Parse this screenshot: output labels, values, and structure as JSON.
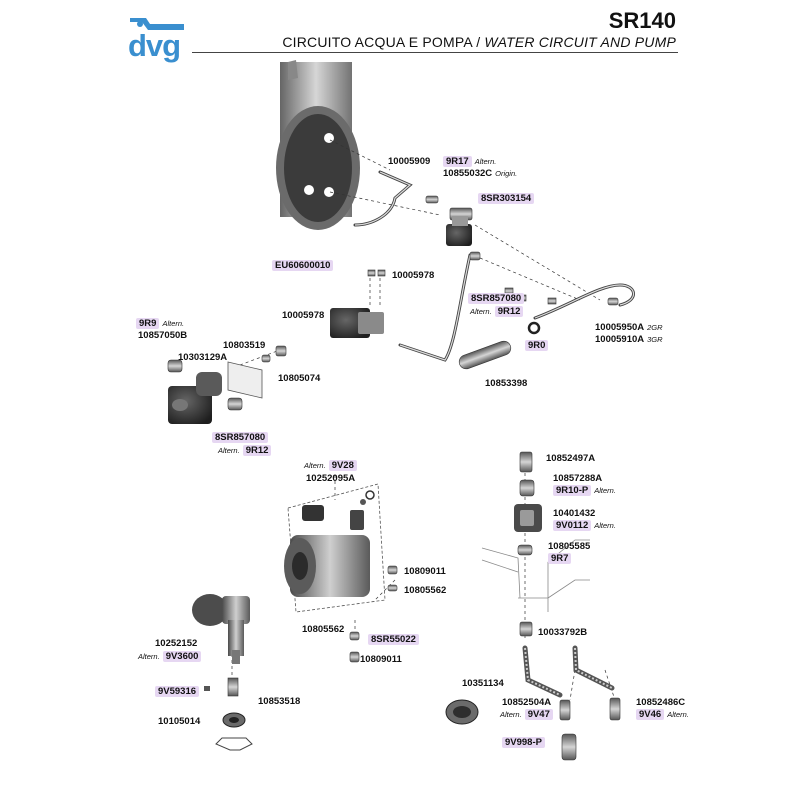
{
  "brand": {
    "name": "dvg",
    "accent": "#3a8fcf"
  },
  "model": "SR140",
  "title": {
    "it": "CIRCUITO ACQUA E POMPA",
    "sep": "/",
    "en": "WATER CIRCUIT AND PUMP"
  },
  "colors": {
    "highlight": "#e6d7f2",
    "line": "#333333"
  },
  "labels": {
    "p10005909": "10005909",
    "p9R17": "9R17",
    "p9R17_note": "Altern.",
    "p10855032C": "10855032C",
    "p10855032C_note": "Origin.",
    "p8SR303154": "8SR303154",
    "pEU60600010": "EU60600010",
    "p10005978_a": "10005978",
    "p10005978_b": "10005978",
    "p8SR857080_a": "8SR857080",
    "p9R12_a": "9R12",
    "p9R12_a_note": "Altern.",
    "p10005950A": "10005950A",
    "p10005950A_note": "2GR",
    "p10005910A": "10005910A",
    "p10005910A_note": "3GR",
    "p9R0": "9R0",
    "p10853398": "10853398",
    "p9R9": "9R9",
    "p9R9_note": "Altern.",
    "p10857050B": "10857050B",
    "p10803519": "10803519",
    "p10303129A": "10303129A",
    "p10805074": "10805074",
    "p8SR857080_b": "8SR857080",
    "p9R12_b": "9R12",
    "p9R12_b_note": "Altern.",
    "p9V28": "9V28",
    "p9V28_note": "Altern.",
    "p10252095A": "10252095A",
    "p10809011_a": "10809011",
    "p10805562_a": "10805562",
    "p10805562_b": "10805562",
    "p8SR55022": "8SR55022",
    "p10809011_b": "10809011",
    "p10252152": "10252152",
    "p9V3600": "9V3600",
    "p9V3600_note": "Altern.",
    "p9V59316": "9V59316",
    "p10853518": "10853518",
    "p10105014": "10105014",
    "p10852497A": "10852497A",
    "p10857288A": "10857288A",
    "p9R10P": "9R10-P",
    "p9R10P_note": "Altern.",
    "p10401432": "10401432",
    "p9V0112": "9V0112",
    "p9V0112_note": "Altern.",
    "p10805585": "10805585",
    "p9R7": "9R7",
    "p10033792B": "10033792B",
    "p10351134": "10351134",
    "p10852504A": "10852504A",
    "p9V47": "9V47",
    "p9V47_note": "Altern.",
    "p10852486C": "10852486C",
    "p9V46": "9V46",
    "p9V46_note": "Altern.",
    "p9V998P": "9V998-P"
  }
}
